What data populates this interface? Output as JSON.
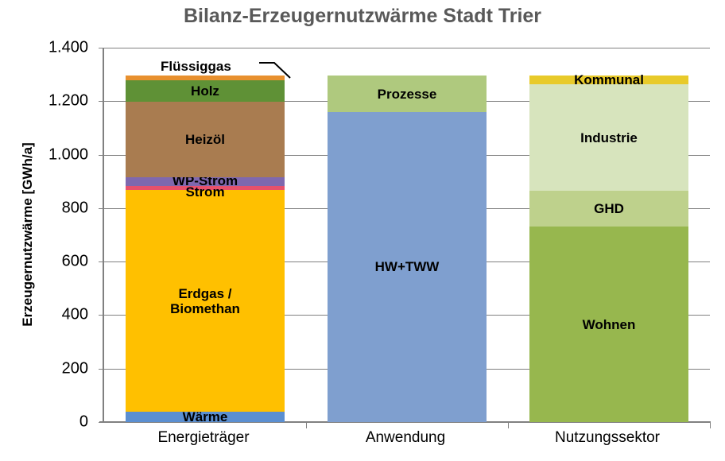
{
  "chart_data": {
    "type": "bar",
    "subtype": "stacked-bar",
    "title": "Bilanz-Erzeugernutzwärme Stadt Trier",
    "xlabel": "",
    "ylabel": "Erzeugernutzwärme [GWh/a]",
    "ylim": [
      0,
      1400
    ],
    "ytick_step": 200,
    "ytick_labels": [
      "1.400",
      "1.200",
      "1.000",
      "800",
      "600",
      "400",
      "200",
      "0"
    ],
    "ytick_values": [
      1400,
      1200,
      1000,
      800,
      600,
      400,
      200,
      0
    ],
    "grid": true,
    "legend": "none (segments labelled in place)",
    "categories": [
      "Energieträger",
      "Anwendung",
      "Nutzungssektor"
    ],
    "totals": [
      1295,
      1295,
      1295
    ],
    "units": "GWh/a",
    "series": [
      {
        "category": "Energieträger",
        "segments": [
          {
            "name": "Wärme",
            "label": "Wärme",
            "value": 38,
            "color": "#5B8FD1",
            "label_visible": true
          },
          {
            "name": "Erdgas / Biomethan",
            "label": "Erdgas /\nBiomethan",
            "value": 830,
            "color": "#FFC000",
            "label_visible": true
          },
          {
            "name": "Strom",
            "label": "Strom",
            "value": 15,
            "color": "#E8516B",
            "label_visible": true
          },
          {
            "name": "WP-Strom",
            "label": "WP-Strom",
            "value": 33,
            "color": "#7F68AE",
            "label_visible": true
          },
          {
            "name": "Heizöl",
            "label": "Heizöl",
            "value": 281,
            "color": "#A97C50",
            "label_visible": true
          },
          {
            "name": "Holz",
            "label": "Holz",
            "value": 80,
            "color": "#5F9136",
            "label_visible": true
          },
          {
            "name": "Flüssiggas",
            "label": "Flüssiggas",
            "value": 18,
            "color": "#E8902E",
            "label_visible": false
          }
        ]
      },
      {
        "category": "Anwendung",
        "segments": [
          {
            "name": "HW+TWW",
            "label": "HW+TWW",
            "value": 1160,
            "color": "#7F9FCF",
            "label_visible": true
          },
          {
            "name": "Prozesse",
            "label": "Prozesse",
            "value": 135,
            "color": "#AFC97E",
            "label_visible": true
          }
        ]
      },
      {
        "category": "Nutzungssektor",
        "segments": [
          {
            "name": "Wohnen",
            "label": "Wohnen",
            "value": 731,
            "color": "#97B74E",
            "label_visible": true
          },
          {
            "name": "GHD",
            "label": "GHD",
            "value": 133,
            "color": "#BED18C",
            "label_visible": true
          },
          {
            "name": "Industrie",
            "label": "Industrie",
            "value": 399,
            "color": "#D7E4BD",
            "label_visible": true
          },
          {
            "name": "Kommunal",
            "label": "Kommunal",
            "value": 32,
            "color": "#E8CA2A",
            "label_visible": true
          }
        ]
      }
    ],
    "annotations": [
      {
        "name": "fluessiggas-callout",
        "text": "Flüssiggas",
        "points_to": "Flüssiggas segment of Energieträger bar"
      }
    ]
  },
  "colors": {
    "title": "#595959",
    "axis": "#808080",
    "grid": "#808080",
    "background": "#FFFFFF",
    "text": "#000000"
  }
}
